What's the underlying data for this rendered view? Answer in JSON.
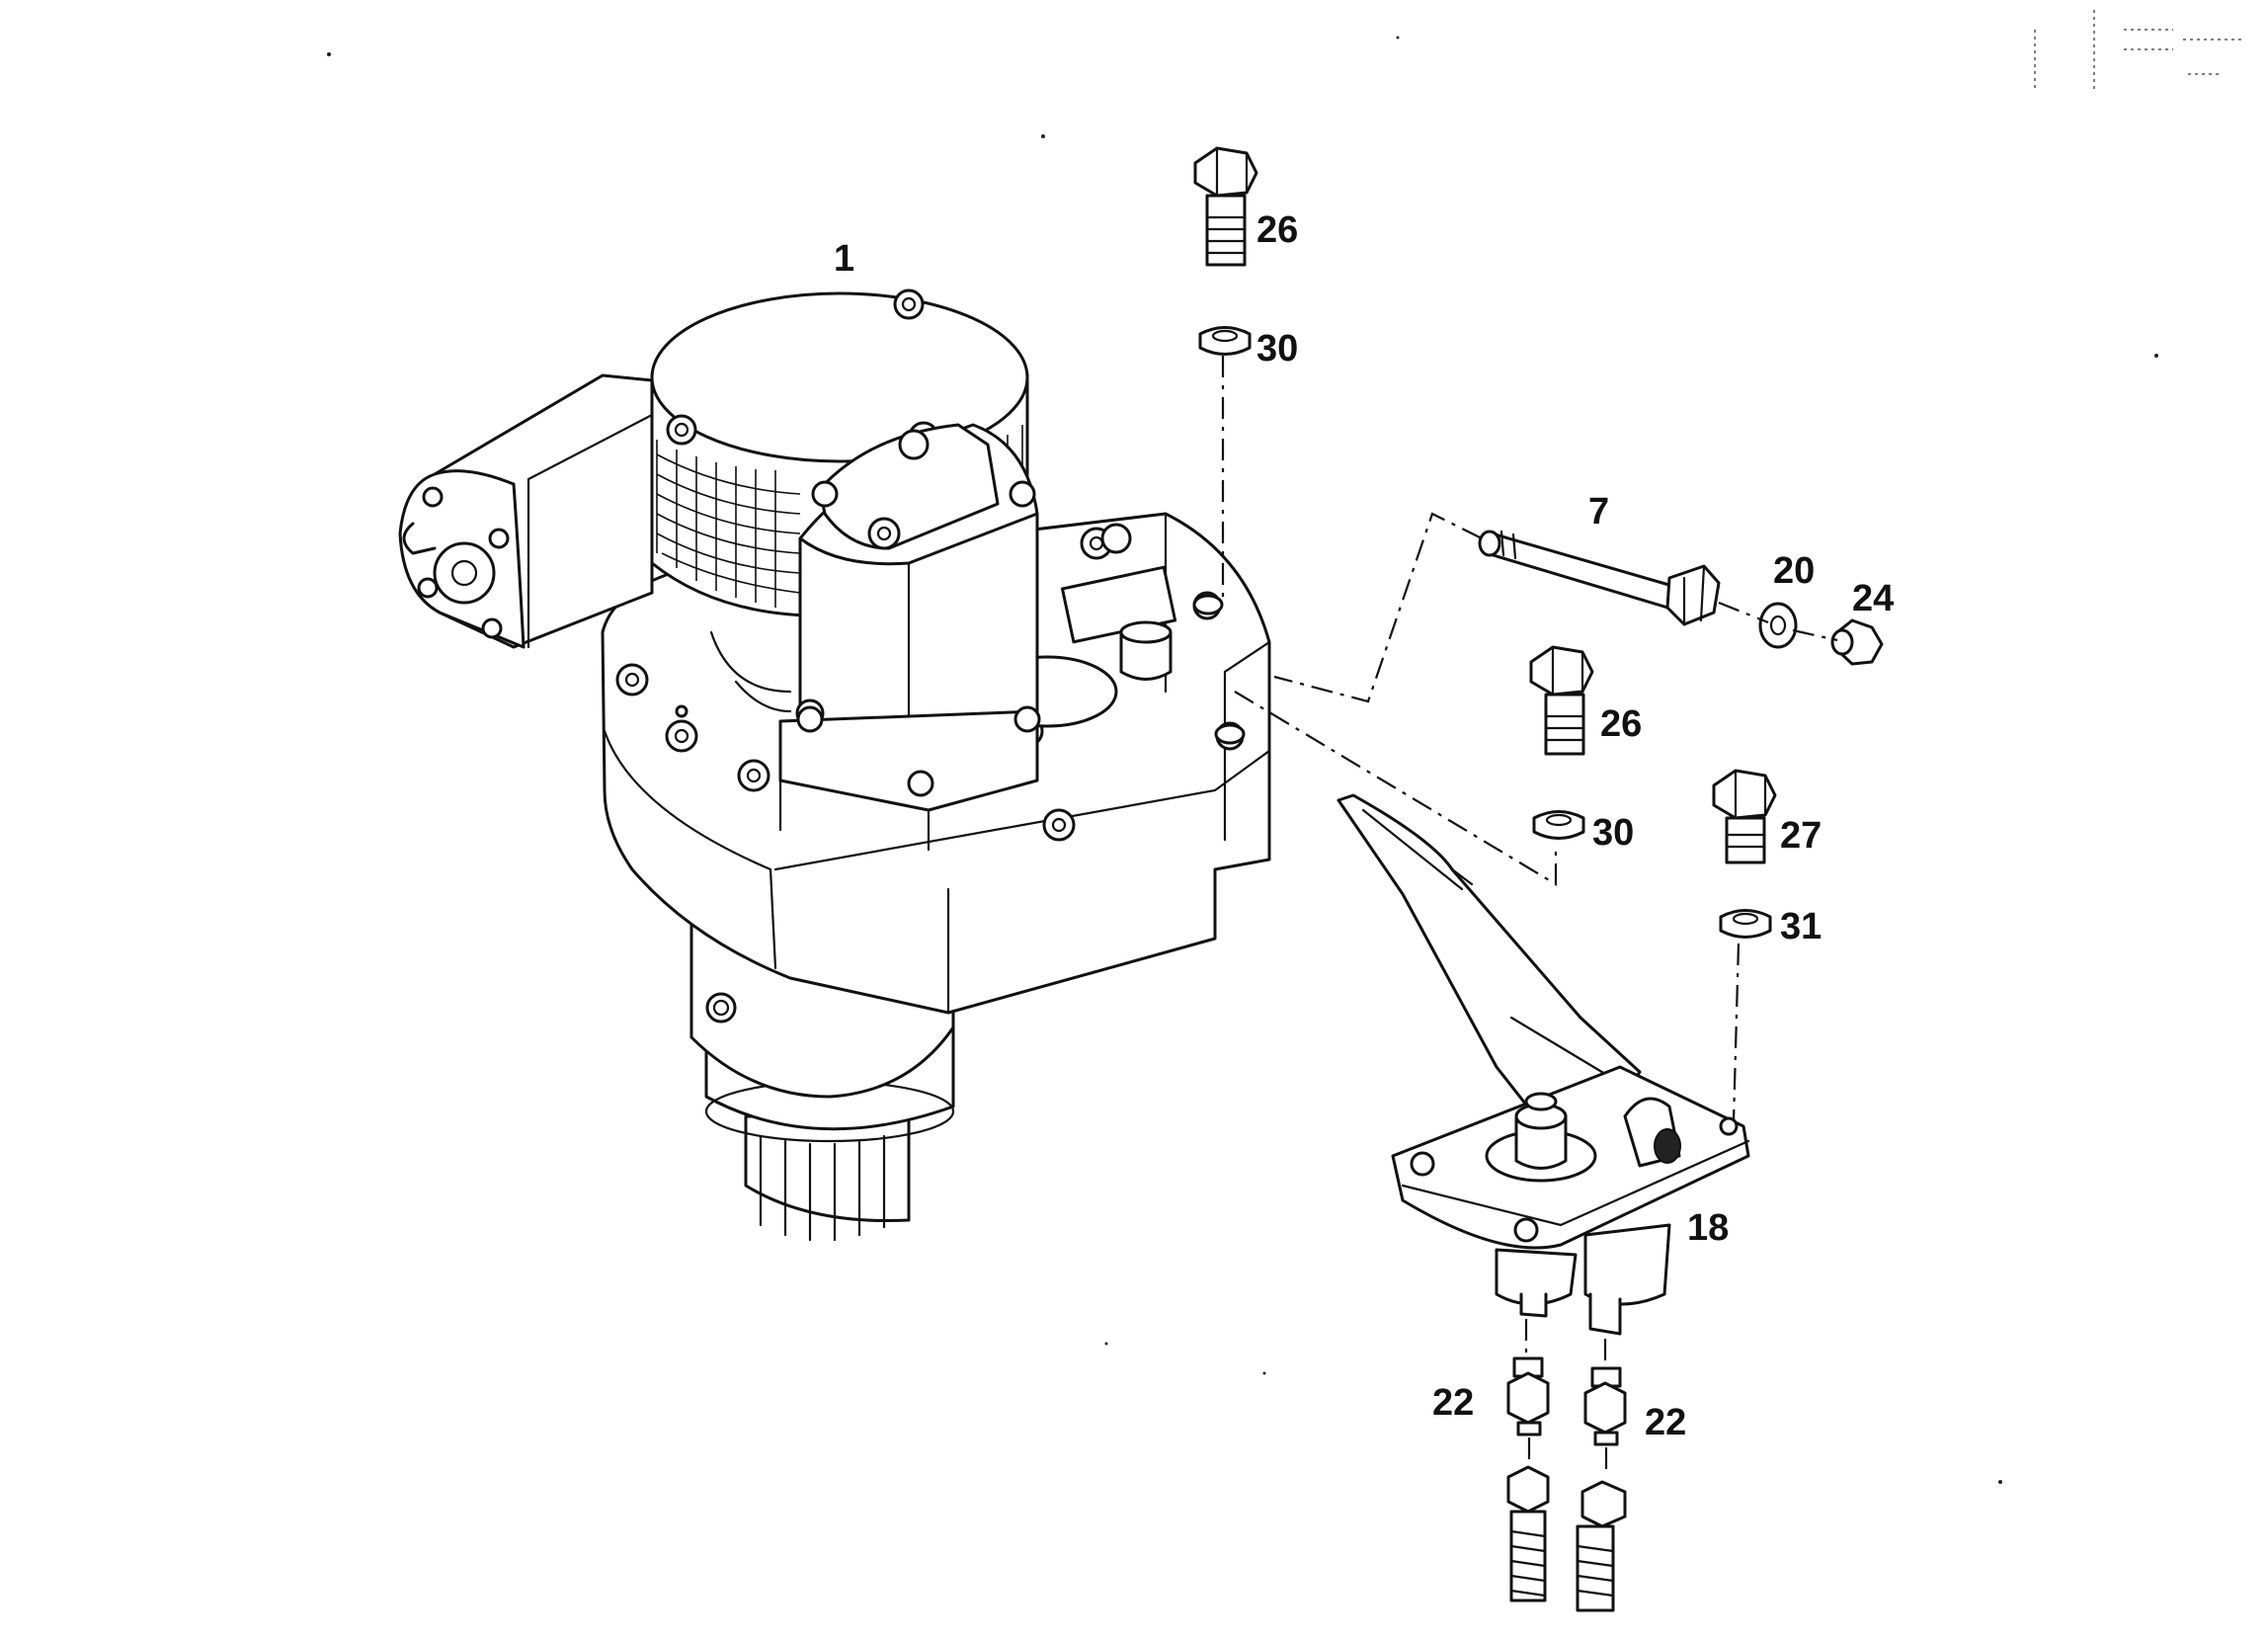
{
  "diagram": {
    "callouts": {
      "gearbox": "1",
      "bolt_top": "26",
      "washer_top": "30",
      "pin": "7",
      "washer_pin": "20",
      "nut_pin": "24",
      "bolt_mid": "26",
      "washer_mid": "30",
      "bolt_right": "27",
      "washer_right": "31",
      "bracket": "18",
      "fitting_left": "22",
      "fitting_right": "22"
    }
  }
}
